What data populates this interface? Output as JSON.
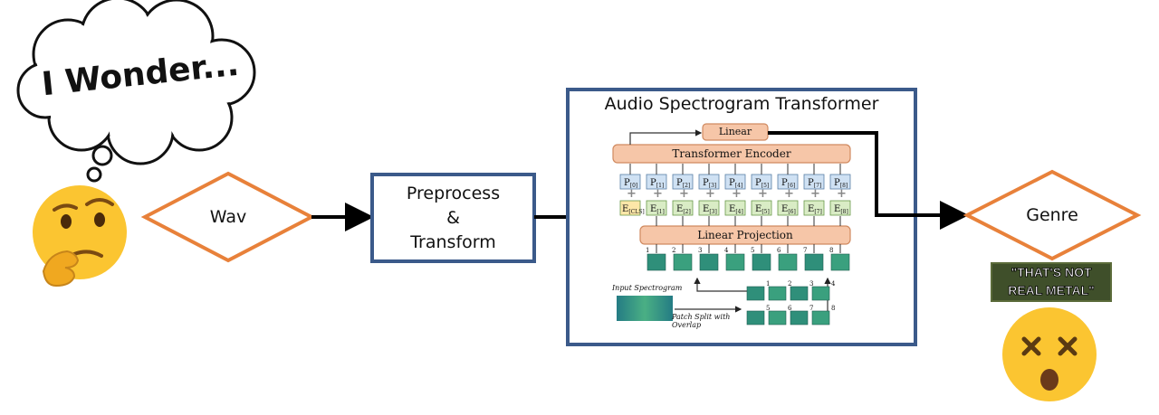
{
  "thought": {
    "text": "I Wonder..."
  },
  "nodes": {
    "input": {
      "label": "Wav"
    },
    "preprocess": {
      "lines": [
        "Preprocess",
        "&",
        "Transform"
      ]
    },
    "model": {
      "title": "Audio Spectrogram Transformer"
    },
    "output": {
      "label": "Genre"
    }
  },
  "ast": {
    "linear": "Linear",
    "encoder": "Transformer Encoder",
    "positions": [
      "P[0]",
      "P[1]",
      "P[2]",
      "P[3]",
      "P[4]",
      "P[5]",
      "P[6]",
      "P[7]",
      "P[8]"
    ],
    "embeddings": [
      "E[CLS]",
      "E[1]",
      "E[2]",
      "E[3]",
      "E[4]",
      "E[5]",
      "E[6]",
      "E[7]",
      "E[8]"
    ],
    "projection": "Linear Projection",
    "patch_numbers": [
      "1",
      "2",
      "3",
      "4",
      "5",
      "6",
      "7",
      "8"
    ],
    "input_label": "Input Spectrogram",
    "split_label": "Patch Split with Overlap"
  },
  "reaction": {
    "caption_lines": [
      "\"THAT'S NOT",
      "REAL METAL\""
    ]
  },
  "colors": {
    "diamond": "#e8813a",
    "box_border": "#3b5a8a",
    "salmon": "#f6c6a8",
    "salmon_border": "#d08a60",
    "pos_fill": "#cfe1f3",
    "emb_fill": "#d9ecc5",
    "cls_fill": "#fde7a8",
    "patch": "#2f8f7a",
    "emoji": "#fbc531"
  }
}
